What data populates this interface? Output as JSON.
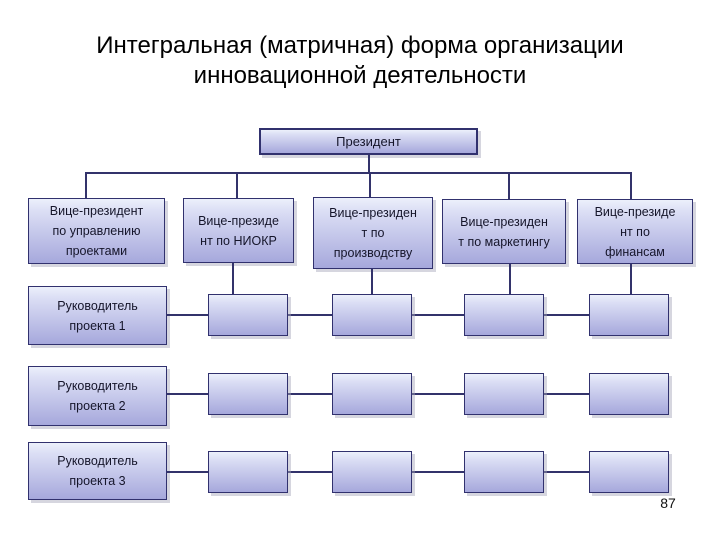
{
  "slide": {
    "title_lines": [
      "Интегральная (матричная) форма организации",
      "инновационной деятельности"
    ],
    "page_number": "87"
  },
  "org_chart": {
    "president": {
      "label": "Президент"
    },
    "vice_presidents": [
      {
        "label": "Вице-президент\nпо управлению\nпроектами"
      },
      {
        "label": "Вице-президе\nнт по НИОКР"
      },
      {
        "label": "Вице-президен\nт по\nпроизводству"
      },
      {
        "label": "Вице-президен\nт по маркетингу"
      },
      {
        "label": "Вице-президе\nнт по\nфинансам"
      }
    ],
    "project_managers": [
      {
        "label": "Руководитель\nпроекта 1"
      },
      {
        "label": "Руководитель\nпроекта 2"
      },
      {
        "label": "Руководитель\nпроекта 3"
      }
    ],
    "matrix": {
      "rows": 3,
      "cols": 4
    }
  },
  "colors": {
    "box_border": "#31316e",
    "box_gradient_top": "#ECF0FB",
    "box_gradient_bottom": "#A6A8DC",
    "connector_line": "#33336B",
    "title_text": "#000000"
  }
}
